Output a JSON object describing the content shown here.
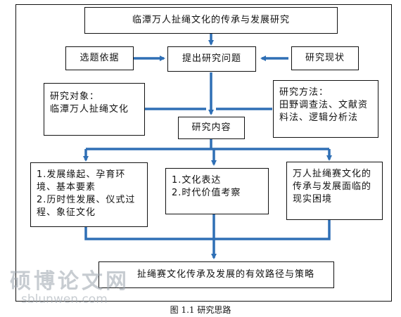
{
  "title": "临潭万人扯绳文化的传承与发展研究",
  "basis": "选题依据",
  "question": "提出研究问题",
  "status": "研究现状",
  "object": "研究对象：\n临潭万人扯绳文化",
  "method": "研究方法：\n田野调查法、文献资料法、逻辑分析法",
  "content": "研究内容",
  "sub1": "1.发展缘起、孕育环境、基本要素\n2.历时性发展、仪式过程、象征文化",
  "sub2": "1.文化表达\n2.时代价值考察",
  "sub3": "万人扯绳赛文化的传承与发展面临的现实困境",
  "bottom": "扯绳赛文化传承及发展的有效路径与策略",
  "caption": "图 1.1  研究思路",
  "watermark_cn": "硕博论文网",
  "watermark_en": "sblunwen.com",
  "colors": {
    "arrow": "#2f6fb5",
    "border": "#111111"
  }
}
